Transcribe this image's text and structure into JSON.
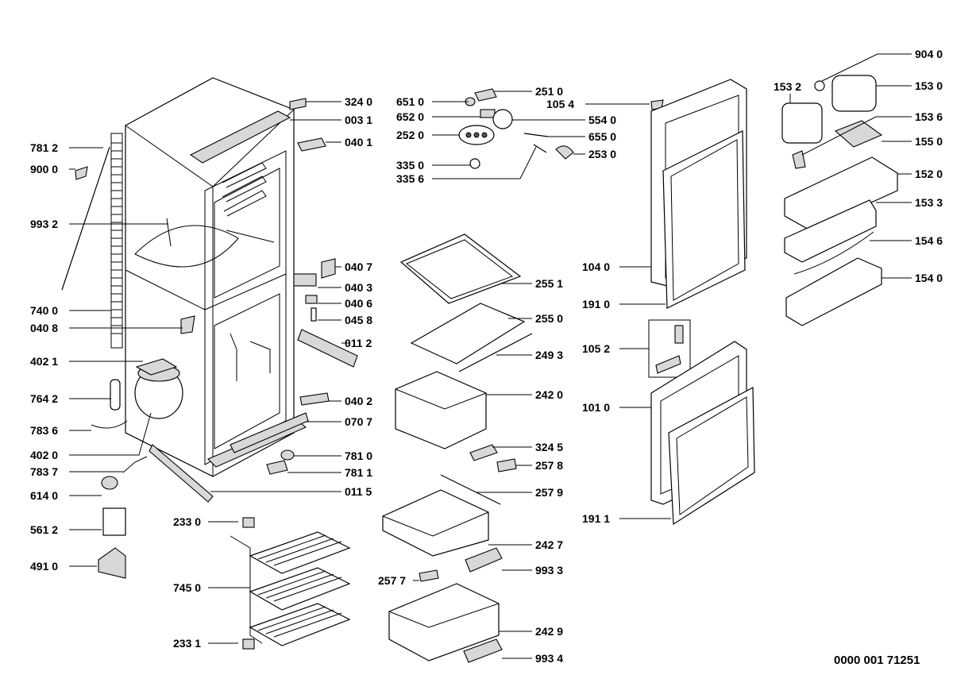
{
  "labels": {
    "l7812": "781 2",
    "l9000": "900 0",
    "l9932": "993 2",
    "l7400": "740 0",
    "l0408": "040 8",
    "l4021": "402 1",
    "l7642": "764 2",
    "l7836": "783 6",
    "l4020": "402 0",
    "l7837": "783 7",
    "l6140": "614 0",
    "l5612": "561 2",
    "l4910": "491 0",
    "l3240": "324 0",
    "l0031": "003 1",
    "l0401": "040 1",
    "l0407": "040 7",
    "l0403": "040 3",
    "l0406": "040 6",
    "l0458": "045 8",
    "l0112": "011 2",
    "l0402": "040 2",
    "l0707": "070 7",
    "l7810": "781 0",
    "l7811": "781 1",
    "l0115": "011 5",
    "l2330": "233 0",
    "l7450": "745 0",
    "l2331": "233 1",
    "l6510": "651 0",
    "l6520": "652 0",
    "l2520": "252 0",
    "l3350": "335 0",
    "l3356": "335 6",
    "l2510": "251 0",
    "l1054": "105 4",
    "l5540": "554 0",
    "l6550": "655 0",
    "l2530": "253 0",
    "l2551": "255 1",
    "l2550": "255 0",
    "l2493": "249 3",
    "l2420": "242 0",
    "l3245": "324 5",
    "l2578": "257 8",
    "l2579": "257 9",
    "l2427": "242 7",
    "l9933": "993 3",
    "l2577": "257 7",
    "l2429": "242 9",
    "l9934": "993 4",
    "l1040": "104 0",
    "l1910": "191 0",
    "l1052": "105 2",
    "l1010": "101 0",
    "l1911": "191 1",
    "l9040": "904 0",
    "l1532": "153 2",
    "l1530": "153 0",
    "l1536": "153 6",
    "l1550": "155 0",
    "l1520": "152 0",
    "l1533": "153 3",
    "l1546": "154 6",
    "l1540": "154 0"
  },
  "reference_number": "0000 001 71251"
}
